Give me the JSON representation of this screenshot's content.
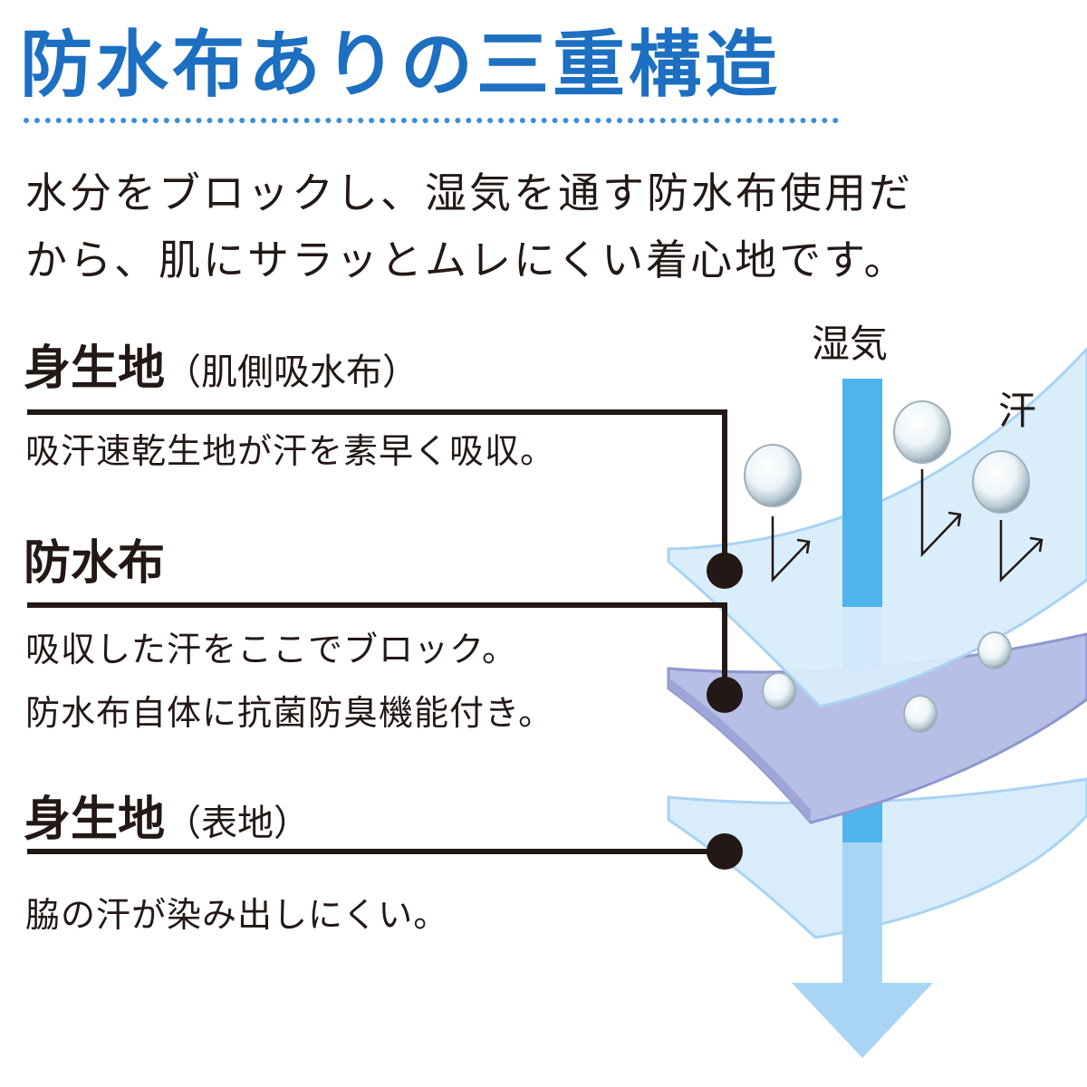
{
  "title": "防水布ありの三重構造",
  "intro": {
    "line1": "水分をブロックし、湿気を通す防水布使用だ",
    "line2": "から、肌にサラッとムレにくい着心地です。"
  },
  "layers": [
    {
      "heading": "身生地",
      "sub": "（肌側吸水布）",
      "desc": [
        "吸汗速乾生地が汗を素早く吸収。"
      ]
    },
    {
      "heading": "防水布",
      "sub": "",
      "desc": [
        "吸収した汗をここでブロック。",
        "防水布自体に抗菌防臭機能付き。"
      ]
    },
    {
      "heading": "身生地",
      "sub": "（表地）",
      "desc": [
        "脇の汗が染み出しにくい。"
      ]
    }
  ],
  "diagram": {
    "moisture_label": "湿気",
    "sweat_label": "汗"
  },
  "colors": {
    "title": "#1c6fc1",
    "dotted_rule": "#3c8fd9",
    "fabric_light": "#d8ecfb",
    "fabric_edge": "#a9d3f3",
    "waterproof": "#b7bfe6",
    "waterproof_edge": "#8e96d0",
    "moisture_arrow": "#4fb3ec",
    "leader": "#231815"
  }
}
